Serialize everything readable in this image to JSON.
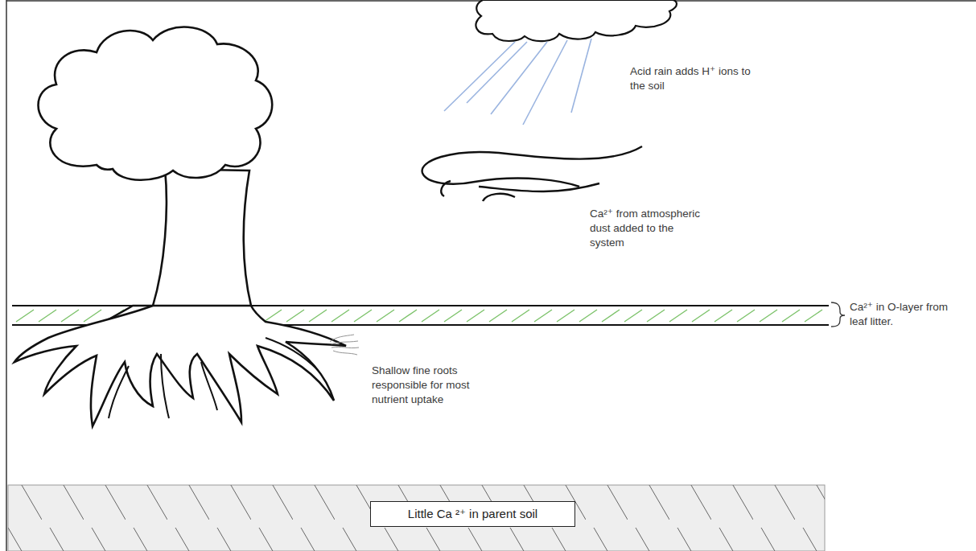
{
  "diagram": {
    "nodes": [
      {
        "text": [
          "Little Ca ²⁺ in parent soil"
        ]
      }
    ],
    "labels": [
      "Acid rain adds H⁺ ions to the soil",
      "Ca²⁺ from atmospheric dust added to the system",
      "Ca²⁺ in O-layer from leaf litter.",
      "Shallow fine roots responsible for most nutrient uptake"
    ]
  }
}
